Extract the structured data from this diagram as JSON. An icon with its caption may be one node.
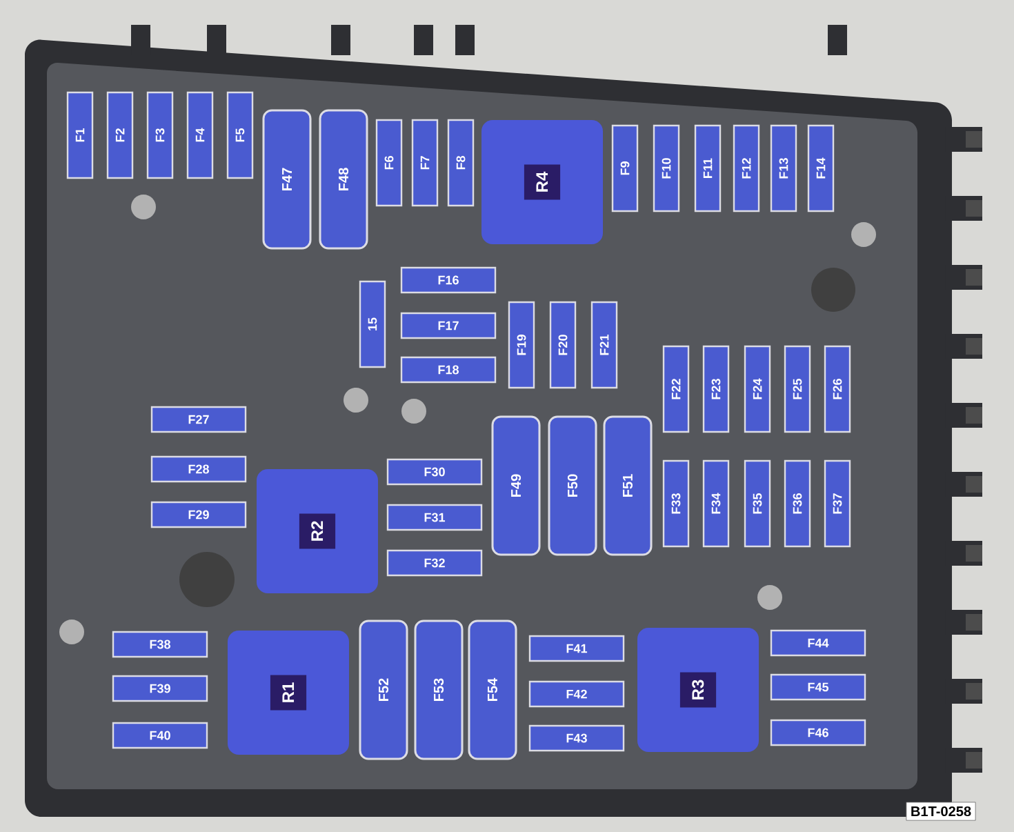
{
  "diagram": {
    "nodes": [
      {
        "text": [
          "F1"
        ]
      },
      {
        "text": [
          "F2"
        ]
      },
      {
        "text": [
          "F3"
        ]
      },
      {
        "text": [
          "F4"
        ]
      },
      {
        "text": [
          "F5"
        ]
      },
      {
        "text": [
          "F47"
        ]
      },
      {
        "text": [
          "F48"
        ]
      },
      {
        "text": [
          "F6"
        ]
      },
      {
        "text": [
          "F7"
        ]
      },
      {
        "text": [
          "F8"
        ]
      },
      {
        "text": [
          "R4"
        ]
      },
      {
        "text": [
          "F9"
        ]
      },
      {
        "text": [
          "F10"
        ]
      },
      {
        "text": [
          "F11"
        ]
      },
      {
        "text": [
          "F12"
        ]
      },
      {
        "text": [
          "F13"
        ]
      },
      {
        "text": [
          "F14"
        ]
      },
      {
        "text": [
          "F16"
        ]
      },
      {
        "text": [
          "15"
        ]
      },
      {
        "text": [
          "F17"
        ]
      },
      {
        "text": [
          "F18"
        ]
      },
      {
        "text": [
          "F19"
        ]
      },
      {
        "text": [
          "F20"
        ]
      },
      {
        "text": [
          "F21"
        ]
      },
      {
        "text": [
          "F22"
        ]
      },
      {
        "text": [
          "F23"
        ]
      },
      {
        "text": [
          "F24"
        ]
      },
      {
        "text": [
          "F25"
        ]
      },
      {
        "text": [
          "F26"
        ]
      },
      {
        "text": [
          "F27"
        ]
      },
      {
        "text": [
          "F28"
        ]
      },
      {
        "text": [
          "F29"
        ]
      },
      {
        "text": [
          "R2"
        ]
      },
      {
        "text": [
          "F30"
        ]
      },
      {
        "text": [
          "F31"
        ]
      },
      {
        "text": [
          "F32"
        ]
      },
      {
        "text": [
          "F49"
        ]
      },
      {
        "text": [
          "F50"
        ]
      },
      {
        "text": [
          "F51"
        ]
      },
      {
        "text": [
          "F33"
        ]
      },
      {
        "text": [
          "F34"
        ]
      },
      {
        "text": [
          "F35"
        ]
      },
      {
        "text": [
          "F36"
        ]
      },
      {
        "text": [
          "F37"
        ]
      },
      {
        "text": [
          "F38"
        ]
      },
      {
        "text": [
          "F39"
        ]
      },
      {
        "text": [
          "F40"
        ]
      },
      {
        "text": [
          "R1"
        ]
      },
      {
        "text": [
          "F52"
        ]
      },
      {
        "text": [
          "F53"
        ]
      },
      {
        "text": [
          "F54"
        ]
      },
      {
        "text": [
          "F41"
        ]
      },
      {
        "text": [
          "F42"
        ]
      },
      {
        "text": [
          "F43"
        ]
      },
      {
        "text": [
          "R3"
        ]
      },
      {
        "text": [
          "F44"
        ]
      },
      {
        "text": [
          "F45"
        ]
      },
      {
        "text": [
          "F46"
        ]
      }
    ],
    "labels": [
      "B1T-0258"
    ]
  }
}
